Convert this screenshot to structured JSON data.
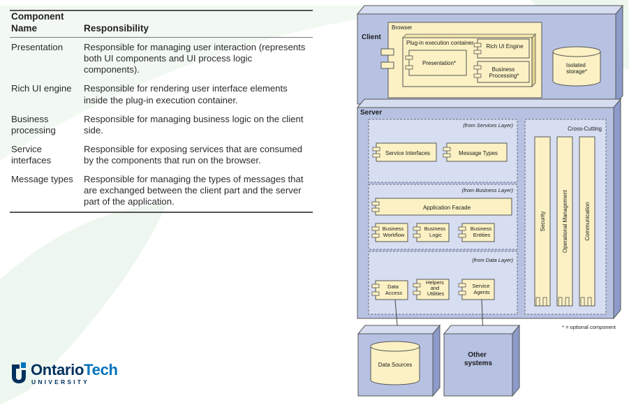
{
  "table": {
    "header": {
      "component": "Component Name",
      "responsibility": "Responsibility"
    },
    "rows": [
      {
        "name": "Presentation",
        "text": "Responsible for managing user interaction (represents both UI components and UI process logic components)."
      },
      {
        "name": "Rich UI engine",
        "text": "Responsible for rendering user interface elements inside the plug-in execution container."
      },
      {
        "name": "Business processing",
        "text": "Responsible for managing business logic on the client side."
      },
      {
        "name": "Service interfaces",
        "text": "Responsible for exposing services that are consumed by the components that run on the browser."
      },
      {
        "name": "Message types",
        "text": "Responsible for managing the types of messages that are exchanged between the client part and the server part of the application."
      }
    ]
  },
  "logo": {
    "name_part1": "Ontario",
    "name_part2": "Tech",
    "sub": "UNIVERSITY"
  },
  "diagram": {
    "client": {
      "title": "Client",
      "browser": "Browser",
      "container": "Plug-in execution container",
      "rich_ui": "Rich UI Engine",
      "presentation": "Presentation*",
      "business_processing": [
        "Business",
        "Processing*"
      ],
      "storage": [
        "Isolated",
        "storage*"
      ]
    },
    "server": {
      "title": "Server",
      "services_layer": "(from Services Layer)",
      "service_interfaces": "Service Interfaces",
      "message_types": "Message Types",
      "business_layer": "(from Business Layer)",
      "app_facade": "Application Facade",
      "business_workflow": [
        "Business",
        "Workflow"
      ],
      "business_logic": [
        "Business",
        "Logic"
      ],
      "business_entities": [
        "Business",
        "Entities"
      ],
      "data_layer": "(from Data Layer)",
      "data_access": [
        "Data",
        "Access"
      ],
      "helpers": [
        "Helpers",
        "and",
        "Utilities"
      ],
      "service_agents": [
        "Service",
        "Agents"
      ],
      "cross_cutting": "Cross-Cutting",
      "security": "Security",
      "operational": "Operational Management",
      "communication": "Communication"
    },
    "footnote": "* = optional component",
    "data_sources": "Data Sources",
    "other_systems": [
      "Other",
      "systems"
    ]
  },
  "colors": {
    "node_fill": "#b7c2e3",
    "node_top": "#d6ddf1",
    "node_side": "#8d9bcb",
    "component_fill": "#fbf1c4",
    "layer_fill": "#d7def2",
    "background_leaf": "#eef7ef"
  }
}
